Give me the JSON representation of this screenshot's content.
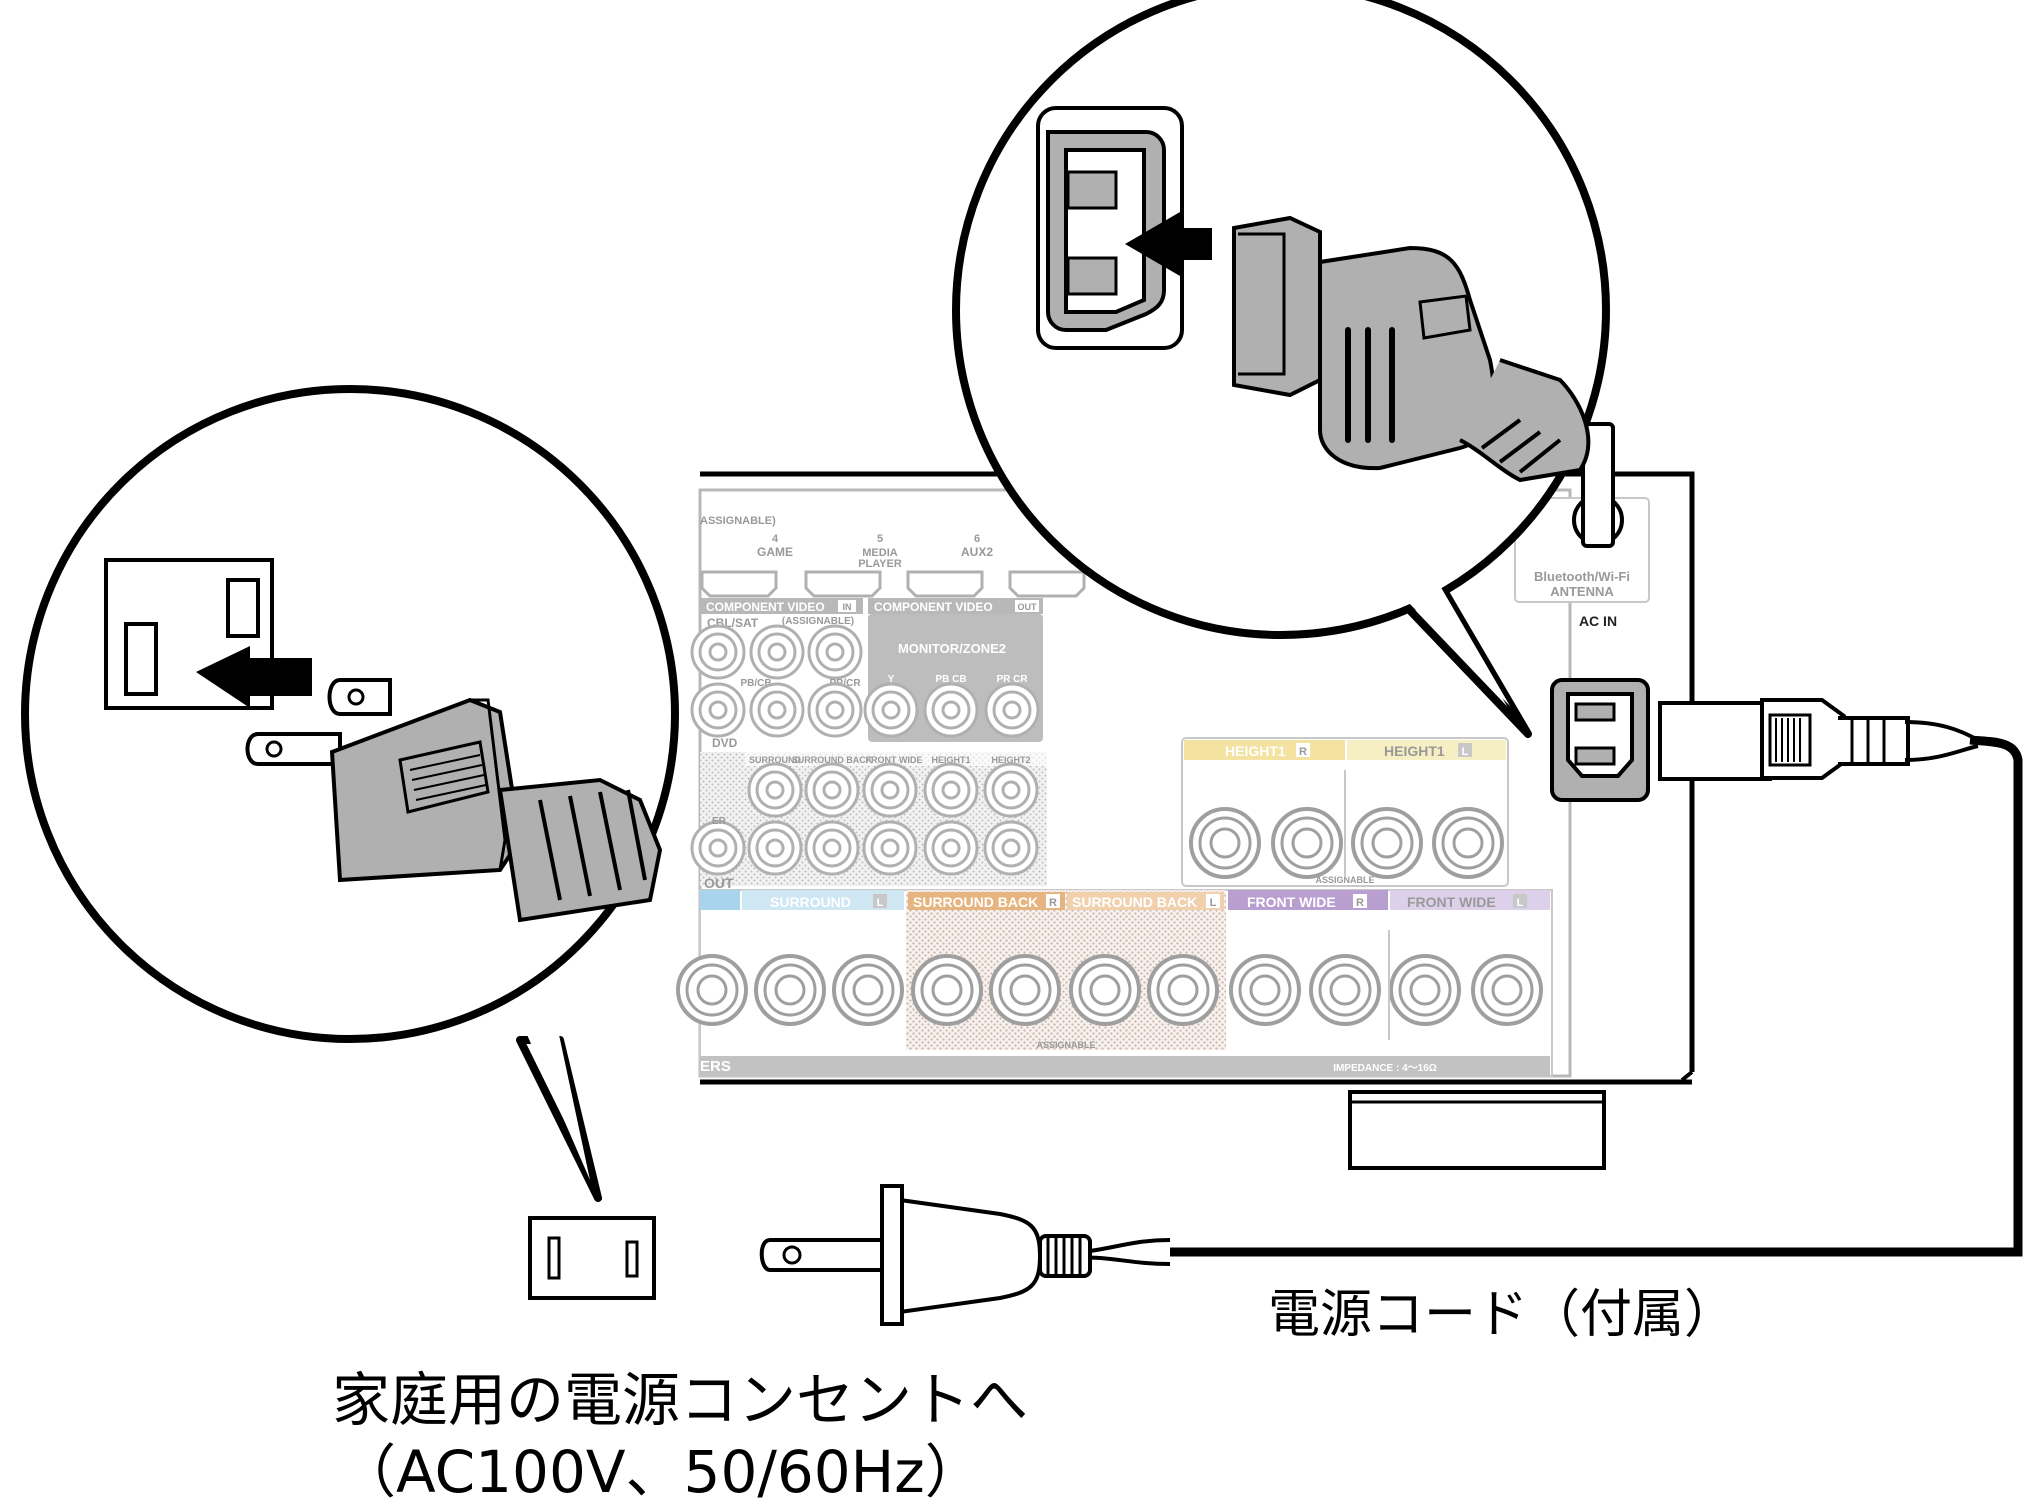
{
  "panel": {
    "assignable_header": "ASSIGNABLE)",
    "hdmi_inputs": [
      {
        "num": "4",
        "name": "GAME"
      },
      {
        "num": "5",
        "name": "MEDIA",
        "name2": "PLAYER"
      },
      {
        "num": "6",
        "name": "AUX2"
      }
    ],
    "component_video_in": "COMPONENT VIDEO",
    "component_in_tag": "IN",
    "component_assignable": "(ASSIGNABLE)",
    "cbl_sat": "CBL/SAT",
    "dvd": "DVD",
    "pr_cr": "PR/CR",
    "pb_cb": "PB/CB",
    "component_video_out": "COMPONENT VIDEO",
    "component_out_tag": "OUT",
    "monitor_zone2": "MONITOR/ZONE2",
    "y": "Y",
    "pb_cb_short": "PB CB",
    "pr_cr_short": "PR CR",
    "preout_labels": [
      "SURROUND",
      "SURROUND BACK",
      "FRONT WIDE",
      "HEIGHT1",
      "HEIGHT2"
    ],
    "pre_out": "OUT",
    "pre_left": "ER",
    "bt_wifi": "Bluetooth/Wi-Fi",
    "antenna": "ANTENNA",
    "ac_in": "AC IN",
    "height1_r": "HEIGHT1",
    "height1_l": "HEIGHT1",
    "r": "R",
    "l": "L",
    "assignable": "ASSIGNABLE",
    "surround_l": "SURROUND",
    "surround_back_r": "SURROUND BACK",
    "surround_back_l": "SURROUND BACK",
    "front_wide_r": "FRONT WIDE",
    "front_wide_l": "FRONT WIDE",
    "speakers": "ERS",
    "impedance": "IMPEDANCE : 4～16Ω",
    "assignable2": "ASSIGNABLE"
  },
  "captions": {
    "power_cord": "電源コード（付属）",
    "outlet_line1": "家庭用の電源コンセントへ",
    "outlet_line2": "（AC100V、50/60Hz）"
  },
  "colors": {
    "height_r": "#f3e2a0",
    "height_l": "#f6efc4",
    "surround_back_r": "#e6b57f",
    "surround_back_l": "#f0d0ad",
    "front_wide_r": "#b99fd0",
    "front_wide_l": "#ddd0ea",
    "surround_l": "#cfe6f3",
    "surround_r": "#a9d4ee"
  }
}
